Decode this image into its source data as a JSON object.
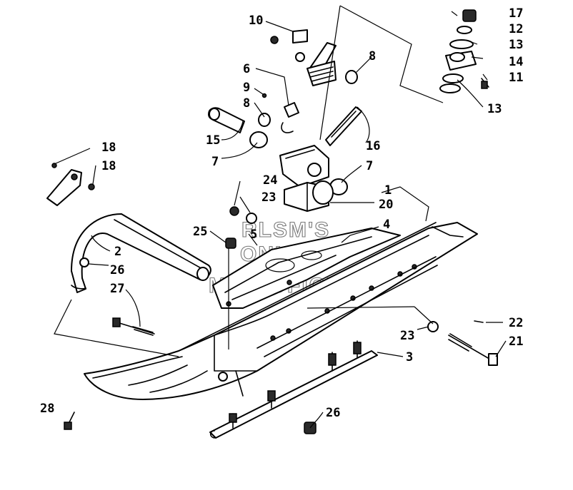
{
  "watermark": {
    "line1": "RLSM'S",
    "line2": "ONLINE",
    "line3": "MICROFICHE"
  },
  "callouts": [
    {
      "id": "c1",
      "text": "1"
    },
    {
      "id": "c2",
      "text": "2"
    },
    {
      "id": "c3",
      "text": "3"
    },
    {
      "id": "c4",
      "text": "4"
    },
    {
      "id": "c5",
      "text": "5"
    },
    {
      "id": "c6",
      "text": "6"
    },
    {
      "id": "c7a",
      "text": "7"
    },
    {
      "id": "c7b",
      "text": "7"
    },
    {
      "id": "c8a",
      "text": "8"
    },
    {
      "id": "c8b",
      "text": "8"
    },
    {
      "id": "c9",
      "text": "9"
    },
    {
      "id": "c10",
      "text": "10"
    },
    {
      "id": "c11",
      "text": "11"
    },
    {
      "id": "c12",
      "text": "12"
    },
    {
      "id": "c13a",
      "text": "13"
    },
    {
      "id": "c13b",
      "text": "13"
    },
    {
      "id": "c14",
      "text": "14"
    },
    {
      "id": "c15",
      "text": "15"
    },
    {
      "id": "c16",
      "text": "16"
    },
    {
      "id": "c17",
      "text": "17"
    },
    {
      "id": "c18a",
      "text": "18"
    },
    {
      "id": "c18b",
      "text": "18"
    },
    {
      "id": "c20",
      "text": "20"
    },
    {
      "id": "c21",
      "text": "21"
    },
    {
      "id": "c22",
      "text": "22"
    },
    {
      "id": "c23a",
      "text": "23"
    },
    {
      "id": "c23b",
      "text": "23"
    },
    {
      "id": "c24",
      "text": "24"
    },
    {
      "id": "c25",
      "text": "25"
    },
    {
      "id": "c26a",
      "text": "26"
    },
    {
      "id": "c26b",
      "text": "26"
    },
    {
      "id": "c27",
      "text": "27"
    },
    {
      "id": "c28",
      "text": "28"
    }
  ]
}
